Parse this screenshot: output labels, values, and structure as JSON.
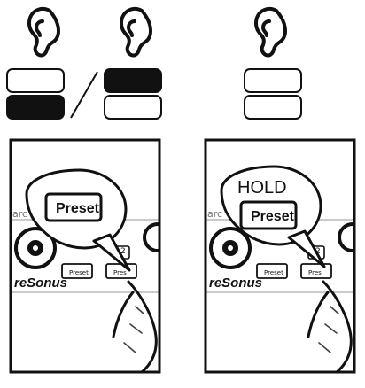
{
  "top": {
    "left_state_a": {
      "icon": "ear-icon",
      "lamp_top": "off",
      "lamp_bottom": "on"
    },
    "separator_symbol": "/",
    "left_state_b": {
      "icon": "ear-icon",
      "lamp_top": "on",
      "lamp_bottom": "off"
    },
    "right_state": {
      "icon": "ear-icon",
      "lamp_top": "off",
      "lamp_bottom": "off"
    }
  },
  "panels": {
    "left": {
      "callout_label": "Preset",
      "brand_text": "reSonus",
      "channel_number": "2",
      "small_button_1": "Preset",
      "small_button_2": "Pres",
      "partial_text_left": "arc"
    },
    "right": {
      "hold_label": "HOLD",
      "callout_label": "Preset",
      "brand_text": "reSonus",
      "channel_number": "2",
      "small_button_1": "Preset",
      "small_button_2": "Pres",
      "partial_text_left": "arc"
    }
  },
  "colors": {
    "ink": "#111111",
    "fill_on": "#111111",
    "fill_off": "#ffffff",
    "line": "#111111"
  }
}
